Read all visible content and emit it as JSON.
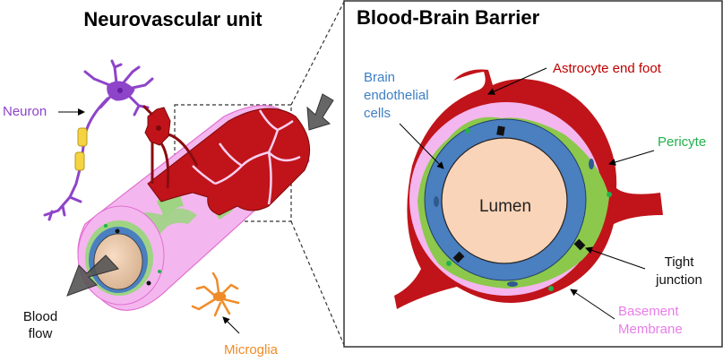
{
  "left_panel": {
    "title": "Neurovascular unit",
    "labels": {
      "neuron": "Neuron",
      "blood_flow_line1": "Blood",
      "blood_flow_line2": "flow",
      "microglia": "Microglia"
    }
  },
  "right_panel": {
    "title": "Blood-Brain Barrier",
    "labels": {
      "astrocyte": "Astrocyte end foot",
      "endothelial_line1": "Brain",
      "endothelial_line2": "endothelial",
      "endothelial_line3": "cells",
      "pericyte": "Pericyte",
      "lumen": "Lumen",
      "tight_line1": "Tight",
      "tight_line2": "junction",
      "basement_line1": "Basement",
      "basement_line2": "Membrane"
    }
  },
  "colors": {
    "neuron": "#8E44C8",
    "astrocyte": "#C00000",
    "endothelial": "#3D7FC4",
    "pericyte": "#22B14C",
    "basement": "#E87DE8",
    "microglia": "#F08C28",
    "lumen": "#FAD4B8"
  }
}
